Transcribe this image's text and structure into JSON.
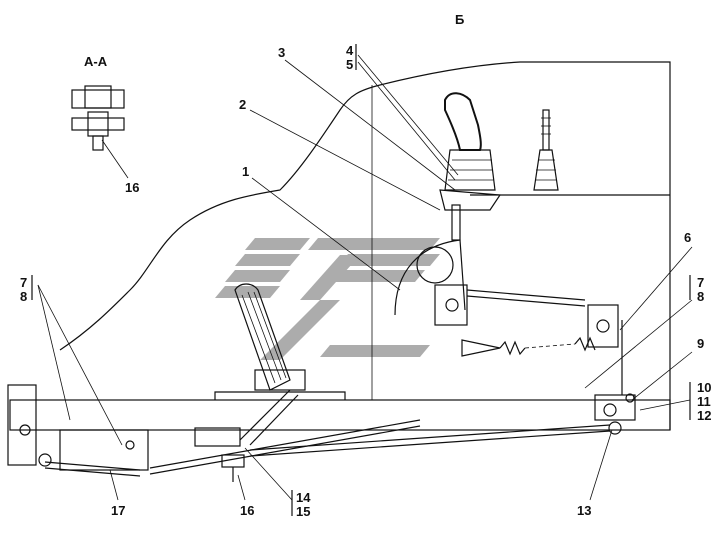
{
  "view_label": "Б",
  "section_label": "А-А",
  "callouts": {
    "c1": "1",
    "c2": "2",
    "c3": "3",
    "c4": "4",
    "c5": "5",
    "c6": "6",
    "c7": "7",
    "c8": "8",
    "c9": "9",
    "c10": "10",
    "c11": "11",
    "c12": "12",
    "c13": "13",
    "c14": "14",
    "c15": "15",
    "c16": "16",
    "c17": "17",
    "c16a": "16",
    "c7a": "7",
    "c8a": "8"
  },
  "watermark": {
    "name": "logo-watermark",
    "color": "#9e9e9e"
  }
}
